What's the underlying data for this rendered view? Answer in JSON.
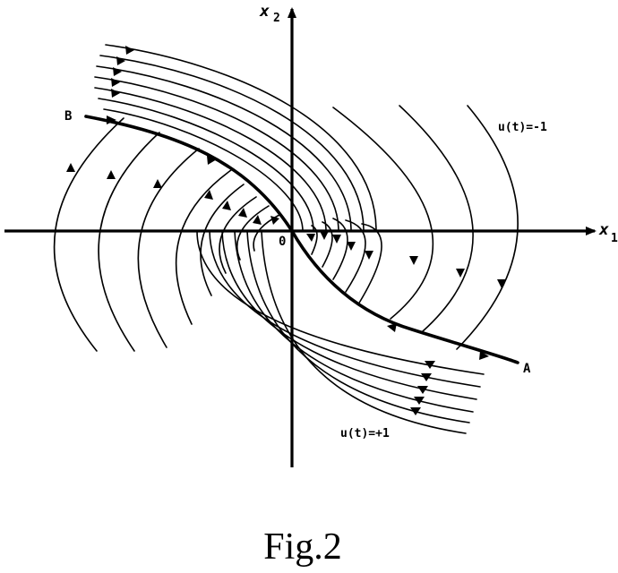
{
  "labels": {
    "x1_axis": "x",
    "x1_sub": "1",
    "x2_axis": "x",
    "x2_sub": "2",
    "origin": "0",
    "point_A": "A",
    "point_B": "B",
    "control_minus": "u(t)=-1",
    "control_plus": "u(t)=+1",
    "caption": "Fig.2"
  },
  "colors": {
    "ink": "#000000",
    "background": "#ffffff"
  }
}
